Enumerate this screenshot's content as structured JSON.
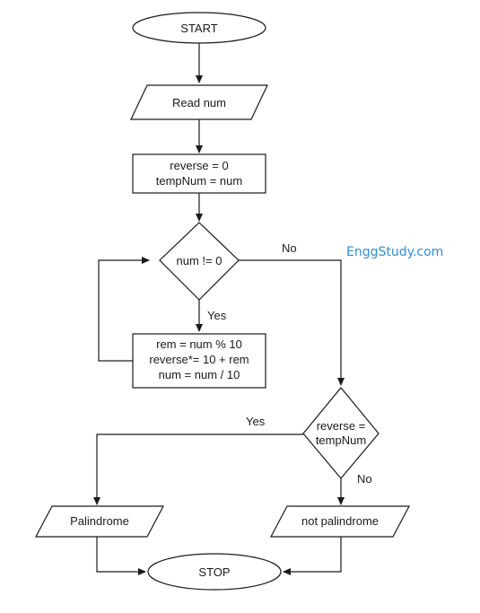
{
  "flowchart": {
    "start": "START",
    "read": "Read num",
    "init": [
      "reverse = 0",
      "tempNum = num"
    ],
    "loop_condition": "num != 0",
    "loop_body": [
      "rem = num % 10",
      "reverse*= 10 + rem",
      "num = num / 10"
    ],
    "compare_condition": [
      "reverse =",
      "tempNum"
    ],
    "palindrome_output": "Palindrome",
    "not_palindrome_output": "not palindrome",
    "stop": "STOP",
    "labels": {
      "loop_yes": "Yes",
      "loop_no": "No",
      "compare_yes": "Yes",
      "compare_no": "No"
    }
  },
  "watermark": "EnggStudy.com"
}
